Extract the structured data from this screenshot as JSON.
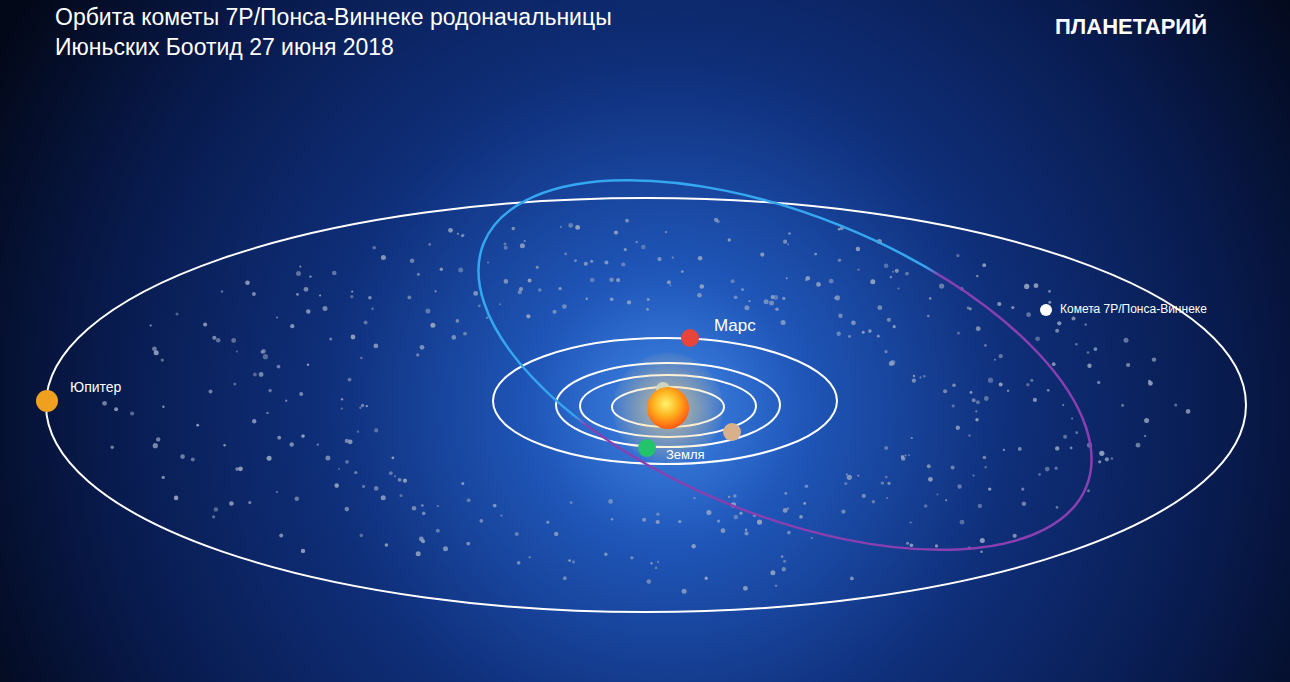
{
  "diagram": {
    "title": "Орбита кометы 7P/Понса-Виннеке родоначальницы Июньских Боотид 27 июня 2018",
    "labels": [
      "ПЛАНЕТАРИЙ",
      "Марс",
      "Юпитер",
      "Комета 7P/Понса-Виннеке",
      "Земля"
    ]
  }
}
